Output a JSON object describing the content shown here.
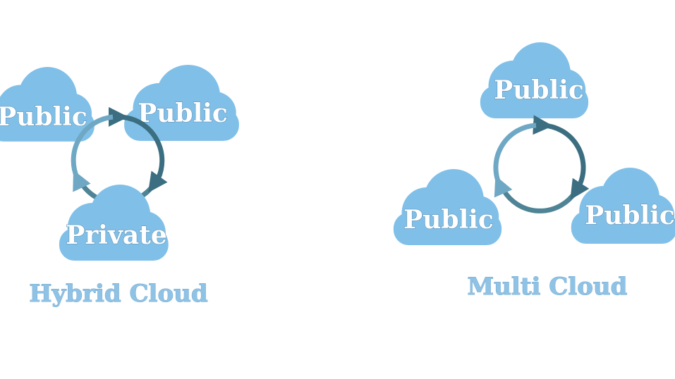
{
  "colors": {
    "cloud_fill": "#80c0e8",
    "arrow_light": "#6fa8c4",
    "arrow_dark": "#3b6e80",
    "label_text": "#ffffff",
    "title_text": "#8ec3e6",
    "background": "#ffffff"
  },
  "hybrid": {
    "title": "Hybrid Cloud",
    "clouds": {
      "left": "Public",
      "right": "Public",
      "bottom": "Private"
    }
  },
  "multi": {
    "title": "Multi Cloud",
    "clouds": {
      "top": "Public",
      "left": "Public",
      "right": "Public"
    }
  }
}
